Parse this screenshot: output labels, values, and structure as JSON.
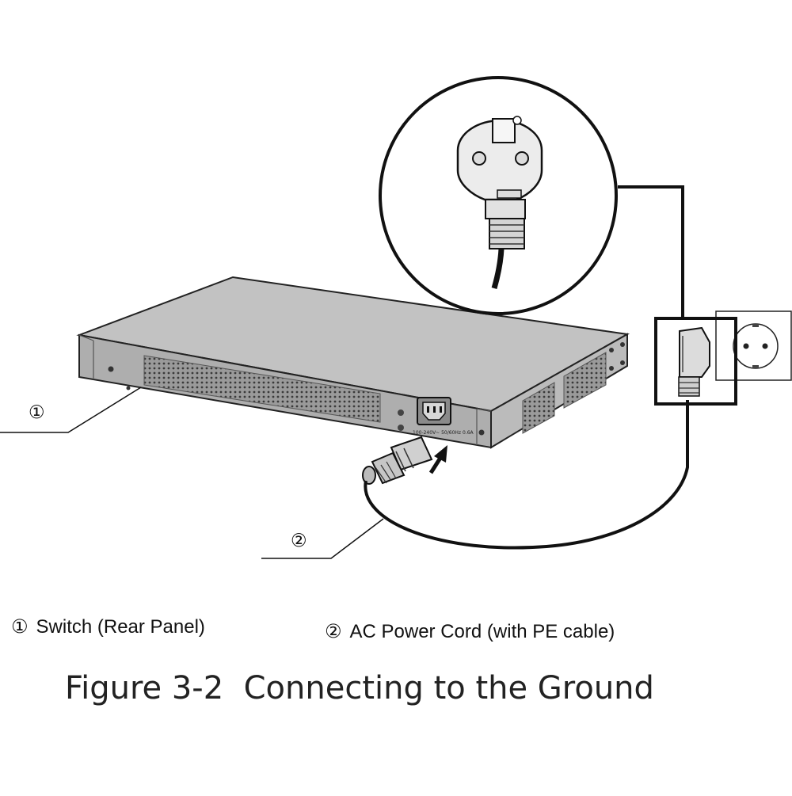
{
  "callouts": {
    "one": "①",
    "two": "②"
  },
  "rating_label": "100-240V~ 50/60Hz 0.6A",
  "legend": {
    "item1": {
      "num": "①",
      "text": "Switch (Rear Panel)"
    },
    "item2": {
      "num": "②",
      "text": "AC Power Cord (with PE cable)"
    }
  },
  "caption": "Figure 3-2  Connecting to the Ground"
}
